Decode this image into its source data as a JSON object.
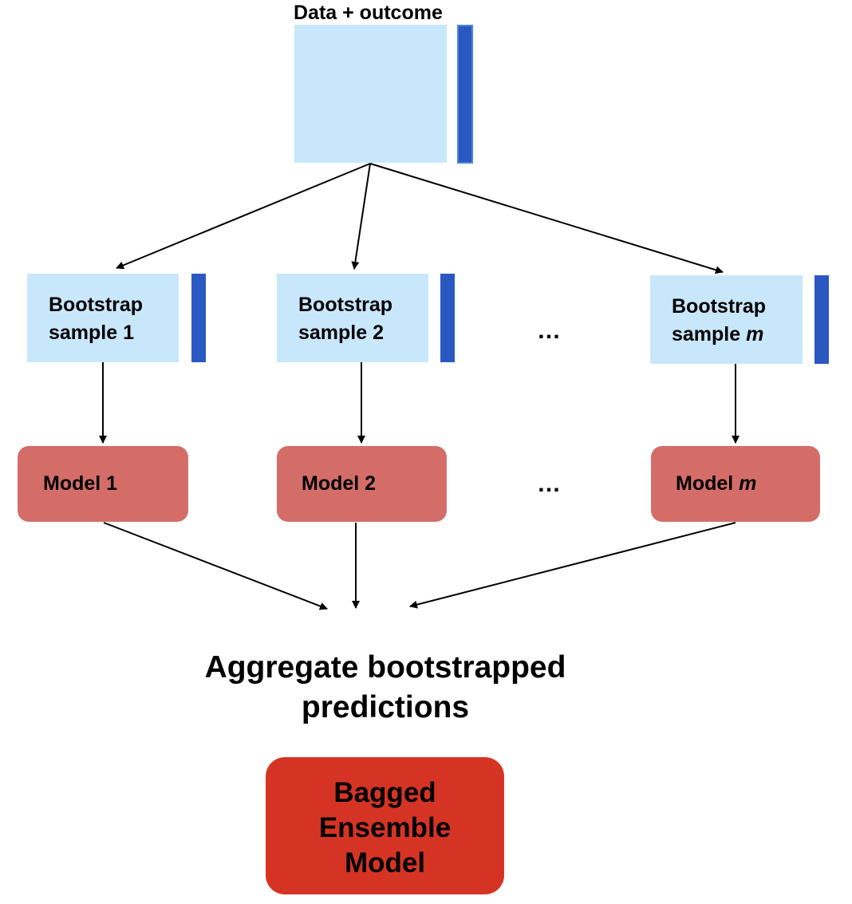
{
  "source": {
    "label": "Data + outcome"
  },
  "samples": [
    {
      "line1": "Bootstrap",
      "line2_prefix": "sample ",
      "line2_suffix": "1"
    },
    {
      "line1": "Bootstrap",
      "line2_prefix": "sample ",
      "line2_suffix": "2"
    },
    {
      "line1": "Bootstrap",
      "line2_prefix": "sample ",
      "line2_suffix": "m"
    }
  ],
  "models": [
    {
      "prefix": "Model ",
      "suffix": "1"
    },
    {
      "prefix": "Model ",
      "suffix": "2"
    },
    {
      "prefix": "Model ",
      "suffix": "m"
    }
  ],
  "ellipsis": "…",
  "aggregate": {
    "line1": "Aggregate bootstrapped",
    "line2": "predictions"
  },
  "final": {
    "line1": "Bagged",
    "line2": "Ensemble",
    "line3": "Model"
  },
  "colors": {
    "data_fill": "#c8e7fb",
    "outcome_bar": "#2a58c3",
    "model_fill": "#d46d68",
    "final_fill": "#d53424",
    "arrow": "#000000"
  }
}
